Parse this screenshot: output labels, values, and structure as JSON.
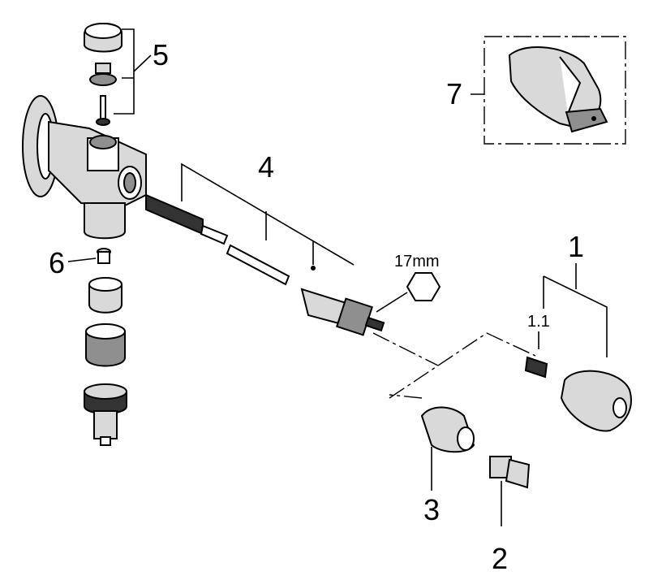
{
  "callouts": {
    "c1": "1",
    "c1_1": "1.1",
    "c2": "2",
    "c3": "3",
    "c4": "4",
    "c5": "5",
    "c6": "6",
    "c7": "7"
  },
  "wrench_size": "17mm"
}
